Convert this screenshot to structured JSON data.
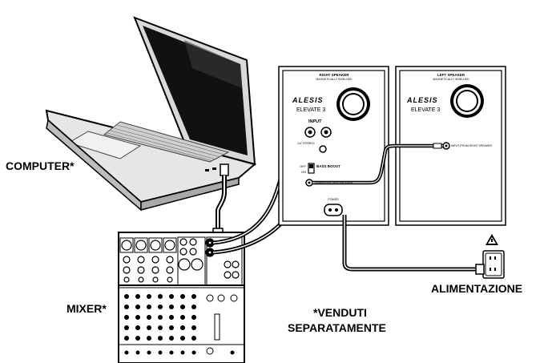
{
  "labels": {
    "computer": "COMPUTER*",
    "mixer": "MIXER*",
    "power": "ALIMENTAZIONE",
    "sold_separately_1": "*VENDUTI",
    "sold_separately_2": "SEPARATAMENTE"
  },
  "right_speaker": {
    "title": "RIGHT SPEAKER",
    "subtitle": "MAGNETICALLY SHIELDED",
    "brand": "ALESIS",
    "model": "ELEVATE 3",
    "input_label": "INPUT",
    "stereo_label": "1/4\" STEREO",
    "bass_boost_label": "BASS BOOST",
    "off_label": "OFF",
    "on_label": "ON",
    "output_label": "OUTPUT TO LEFT SPEAKER",
    "power_label": "POWER"
  },
  "left_speaker": {
    "title": "LEFT SPEAKER",
    "subtitle": "MAGNETICALLY SHIELDED",
    "brand": "ALESIS",
    "model": "ELEVATE 3",
    "input_label": "INPUT FROM RIGHT SPEAKER"
  }
}
